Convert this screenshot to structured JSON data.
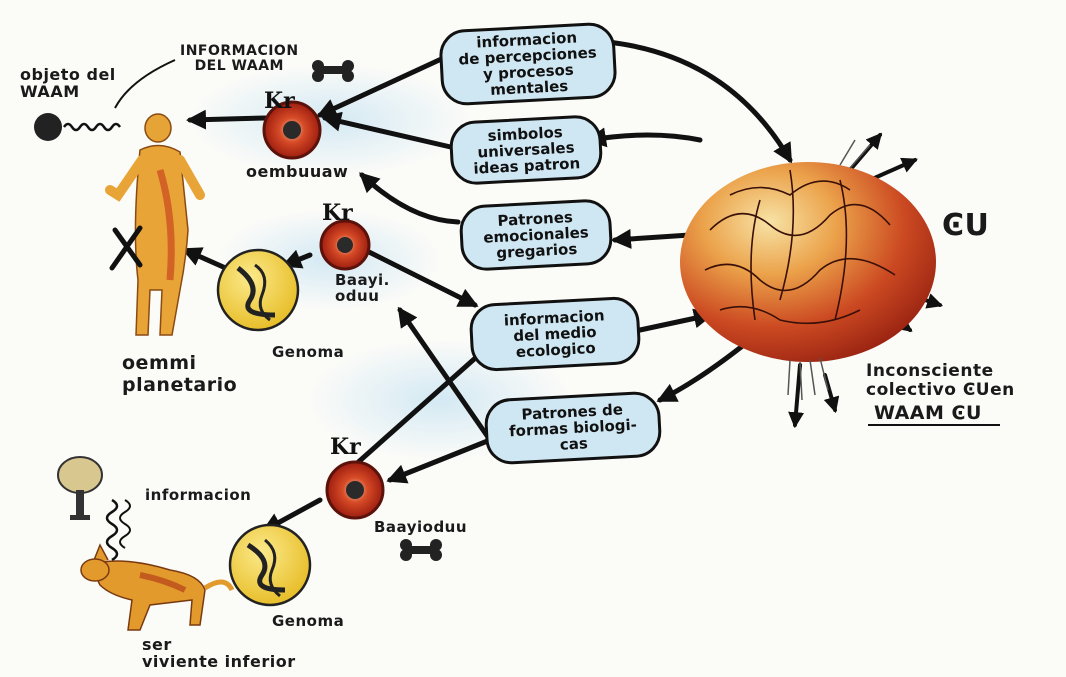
{
  "labels": {
    "objeto_del_waam": "objeto del\nWAAM",
    "informacion_del_waam": "INFORMACION\nDEL WAAM",
    "kr_top": "Kr",
    "oembuuaw": "oembuuaw",
    "kr_mid": "Kr",
    "baayi_oduu": "Baayi.\noduu",
    "genoma_top": "Genoma",
    "oemmi_planetario": "oemmi\nplanetario",
    "kr_bottom": "Kr",
    "informacion_lower": "informacion",
    "baayioduu": "Baayioduu",
    "genoma_bottom": "Genoma",
    "ser_viviente_inferior": "ser\nviviente inferior",
    "gu_symbol": "ϾU",
    "inconsciente_colectivo_line1": "Inconsciente\ncolectivo ϾUen",
    "inconsciente_colectivo_line2": "WAAM ϾU"
  },
  "boxes": {
    "percepciones": "informacion\nde percepciones\ny procesos\nmentales",
    "simbolos": "simbolos\nuniversales\nideas patron",
    "emocionales": "Patrones\nemocionales\ngregarios",
    "medio": "informacion\ndel medio\necologico",
    "biologicas": "Patrones de\nformas biologi-\ncas"
  },
  "colors": {
    "box_fill": "#cfe7f3",
    "nucleus_red": "#c0301c",
    "genome_yellow": "#f2d23c",
    "brain_orange": "#e07a2a",
    "brain_red": "#b8311e",
    "ink": "#111111"
  }
}
